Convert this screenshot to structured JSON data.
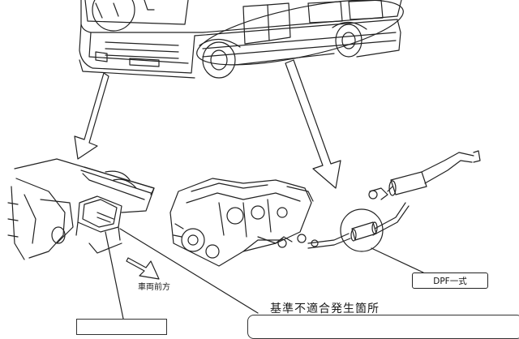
{
  "labels": {
    "dpf": "DPF一式",
    "vehicle_front": "車両前方",
    "location_title": "基準不適合発生箇所"
  },
  "colors": {
    "line": "#222222",
    "background": "#ffffff"
  }
}
